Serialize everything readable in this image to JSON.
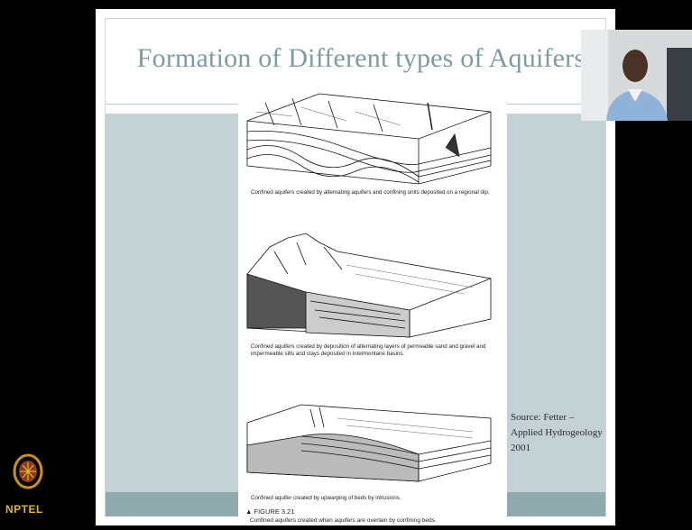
{
  "slide": {
    "title": "Formation of Different types of Aquifers",
    "captions": [
      "Confined aquifers created by alternating aquifers and confining units deposited on a regional dip.",
      "Confined aquifers created by deposition of alternating layers of permeable sand and gravel and",
      "impermeable silts and clays deposited in intermontane basins.",
      "Confined aquifer created by upwarping of beds by intrusions."
    ],
    "figure_label": "▲ FIGURE 3.21",
    "figure_caption": "Confined aquifers created when aquifers are overlain by confining beds.",
    "source_lines": [
      "Source: Fetter –",
      "Applied Hydrogeology",
      "2001"
    ]
  },
  "branding": {
    "logo_text": "NPTEL",
    "logo_color": "#e2b32a"
  },
  "webcam": {
    "icon": "presenter-video"
  }
}
